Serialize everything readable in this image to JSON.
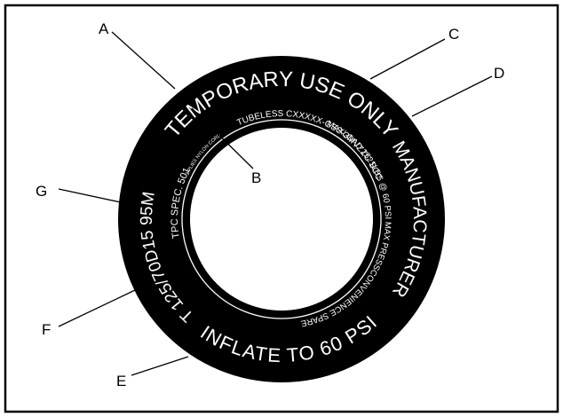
{
  "diagram": {
    "colors": {
      "tire": "#000000",
      "text": "#ffffff",
      "background": "#ffffff",
      "frame": "#000000"
    },
    "tire_text": {
      "temporary_use": "TEMPORARY USE ONLY",
      "tubeless": "TUBELESS CXXXXX-GSS-3MVZZC SCC",
      "plies": "2 PLIES NYLON CORD",
      "manufacturer": "MANUFACTURER",
      "maxload": "MAXLOAD 1521LBS @ 60 PSI MAX PRESS",
      "convenience": "CONVENIENCE SPARE",
      "inflate": "INFLATE TO 60 PSI",
      "size": "T 125/70D15  95M",
      "tpc": "TPC SPEC. 501"
    },
    "labels": {
      "a": "A",
      "b": "B",
      "c": "C",
      "d": "D",
      "e": "E",
      "f": "F",
      "g": "G"
    }
  }
}
